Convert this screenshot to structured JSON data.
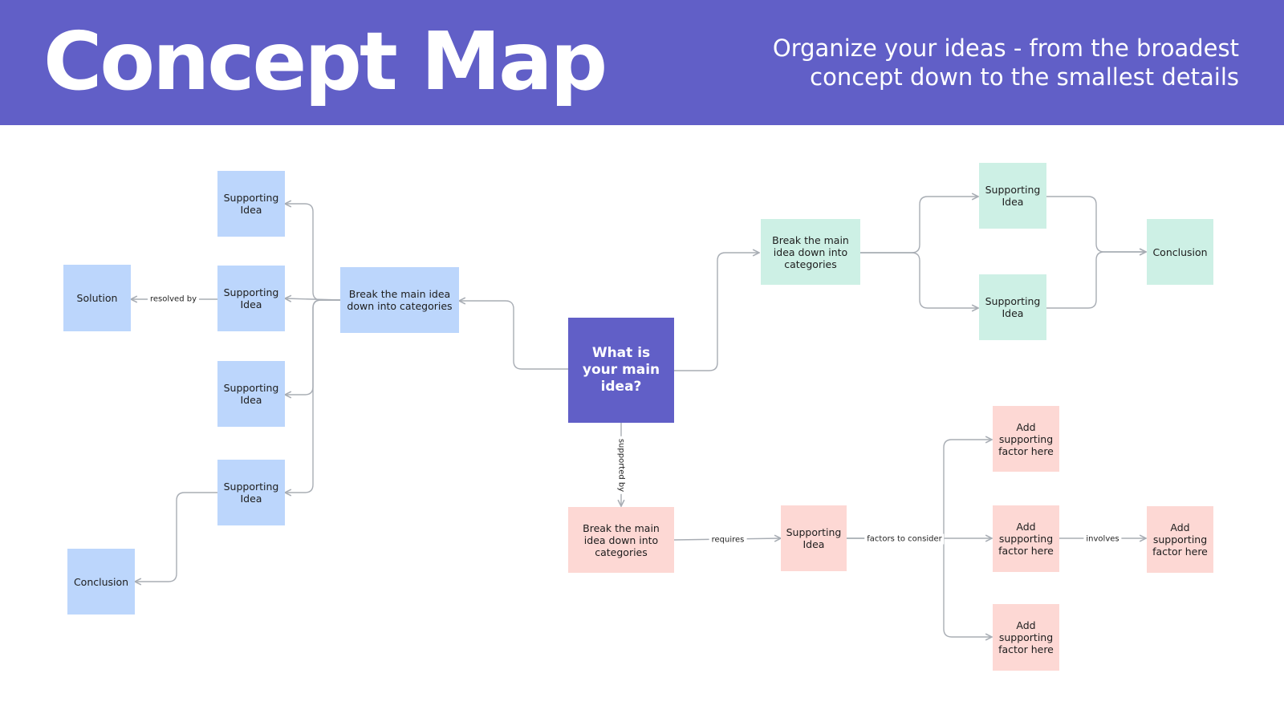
{
  "header": {
    "title": "Concept Map",
    "subtitle_line1": "Organize your ideas - from the broadest",
    "subtitle_line2": "concept down to the smallest details"
  },
  "colors": {
    "header_bg": "#615fc7",
    "main_node": "#615fc7",
    "blue_node": "#bcd6fc",
    "teal_node": "#cdf0e5",
    "pink_node": "#fdd8d4",
    "connector": "#a8adb4"
  },
  "nodes": {
    "main": "What is your main idea?",
    "left_category": "Break the main idea down into categories",
    "left_support_1": "Supporting Idea",
    "left_support_2": "Supporting Idea",
    "left_support_3": "Supporting Idea",
    "left_support_4": "Supporting Idea",
    "solution": "Solution",
    "left_conclusion": "Conclusion",
    "right_category": "Break the main idea down into categories",
    "right_support_1": "Supporting Idea",
    "right_support_2": "Supporting Idea",
    "right_conclusion": "Conclusion",
    "bottom_category": "Break the main idea down into categories",
    "bottom_support": "Supporting Idea",
    "factor_1": "Add supporting factor here",
    "factor_2": "Add supporting factor here",
    "factor_3": "Add supporting factor here",
    "factor_4": "Add supporting factor here"
  },
  "edge_labels": {
    "resolved_by": "resolved by",
    "supported_by": "supported by",
    "requires": "requires",
    "factors_to_consider": "factors to consider",
    "involves": "involves"
  }
}
